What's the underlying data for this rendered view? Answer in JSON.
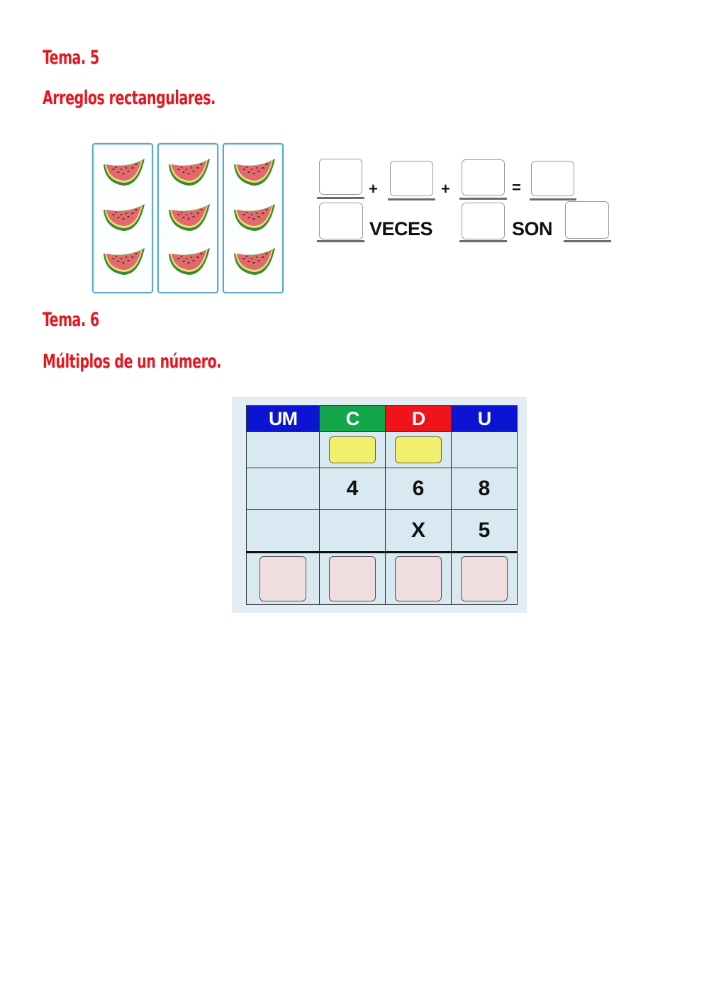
{
  "sections": [
    {
      "title": "Tema. 5",
      "subtitle": "Arreglos rectangulares."
    },
    {
      "title": "Tema. 6",
      "subtitle": "Múltiplos de un número."
    }
  ],
  "array_exercise": {
    "columns": 3,
    "rows": 3,
    "item_icon": "watermelon-slice-icon",
    "equation_row1": {
      "operators": [
        "+",
        "+",
        "="
      ],
      "blank_count": 4
    },
    "equation_row2": {
      "words": [
        "VECES",
        "SON"
      ],
      "blank_count": 3
    },
    "colors": {
      "column_border": "#5ba6cf",
      "underline": "#6b6b6b"
    }
  },
  "place_value_table": {
    "headers": [
      {
        "label": "UM",
        "color": "#0a14d2"
      },
      {
        "label": "C",
        "color": "#13a64a"
      },
      {
        "label": "D",
        "color": "#f0141a"
      },
      {
        "label": "U",
        "color": "#0a14d2"
      }
    ],
    "carry_row": [
      "",
      "carry-blank",
      "carry-blank",
      ""
    ],
    "multiplicand": [
      "",
      "4",
      "6",
      "8"
    ],
    "multiplier": [
      "",
      "",
      "X",
      "5"
    ],
    "answer_row": [
      "answer-blank",
      "answer-blank",
      "answer-blank",
      "answer-blank"
    ],
    "colors": {
      "carry_box": "#f3ef6e",
      "answer_box": "#efdde0",
      "cell_bg": "#d9e9f1"
    }
  }
}
